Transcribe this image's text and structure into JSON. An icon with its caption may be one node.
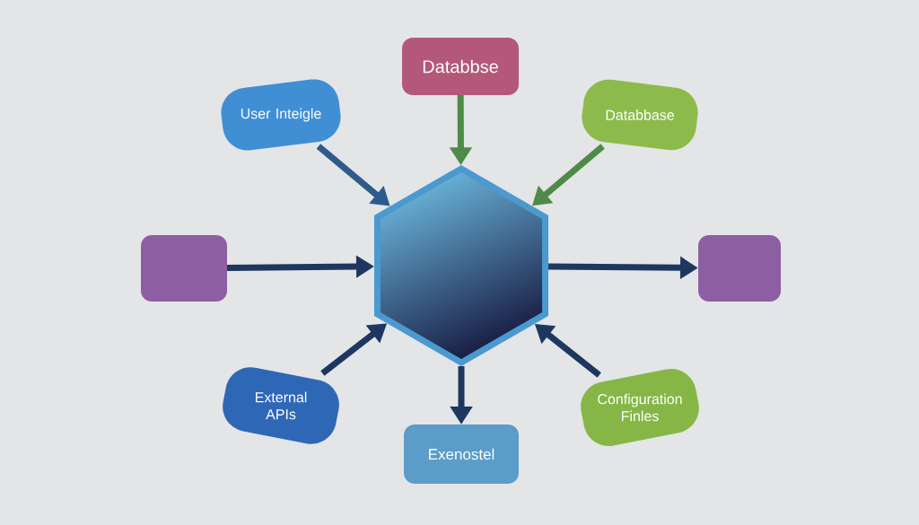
{
  "diagram": {
    "nodes": [
      {
        "text": [
          "Databbse"
        ]
      },
      {
        "text": [
          "User Inteigle"
        ]
      },
      {
        "text": [
          "Databbase"
        ]
      },
      {
        "text": [],
        "shape": "box"
      },
      {
        "text": [],
        "shape": "hexagon"
      },
      {
        "text": [],
        "shape": "box"
      },
      {
        "text": [
          "External APIs"
        ]
      },
      {
        "text": [
          "Configuration Finles"
        ]
      },
      {
        "text": [
          "Exenostel"
        ]
      }
    ],
    "edges": [
      {
        "from": 0,
        "to": 4,
        "arrow": "to",
        "color": "#4f8b48"
      },
      {
        "from": 1,
        "to": 4,
        "arrow": "to",
        "color": "#2d5b8c"
      },
      {
        "from": 2,
        "to": 4,
        "arrow": "to",
        "color": "#4f8b48"
      },
      {
        "from": 3,
        "to": 4,
        "arrow": "to"
      },
      {
        "from": 4,
        "to": 5,
        "arrow": "to"
      },
      {
        "from": 6,
        "to": 4,
        "arrow": "to"
      },
      {
        "from": 7,
        "to": 4,
        "arrow": "to"
      },
      {
        "from": 4,
        "to": 8,
        "arrow": "to"
      }
    ]
  }
}
